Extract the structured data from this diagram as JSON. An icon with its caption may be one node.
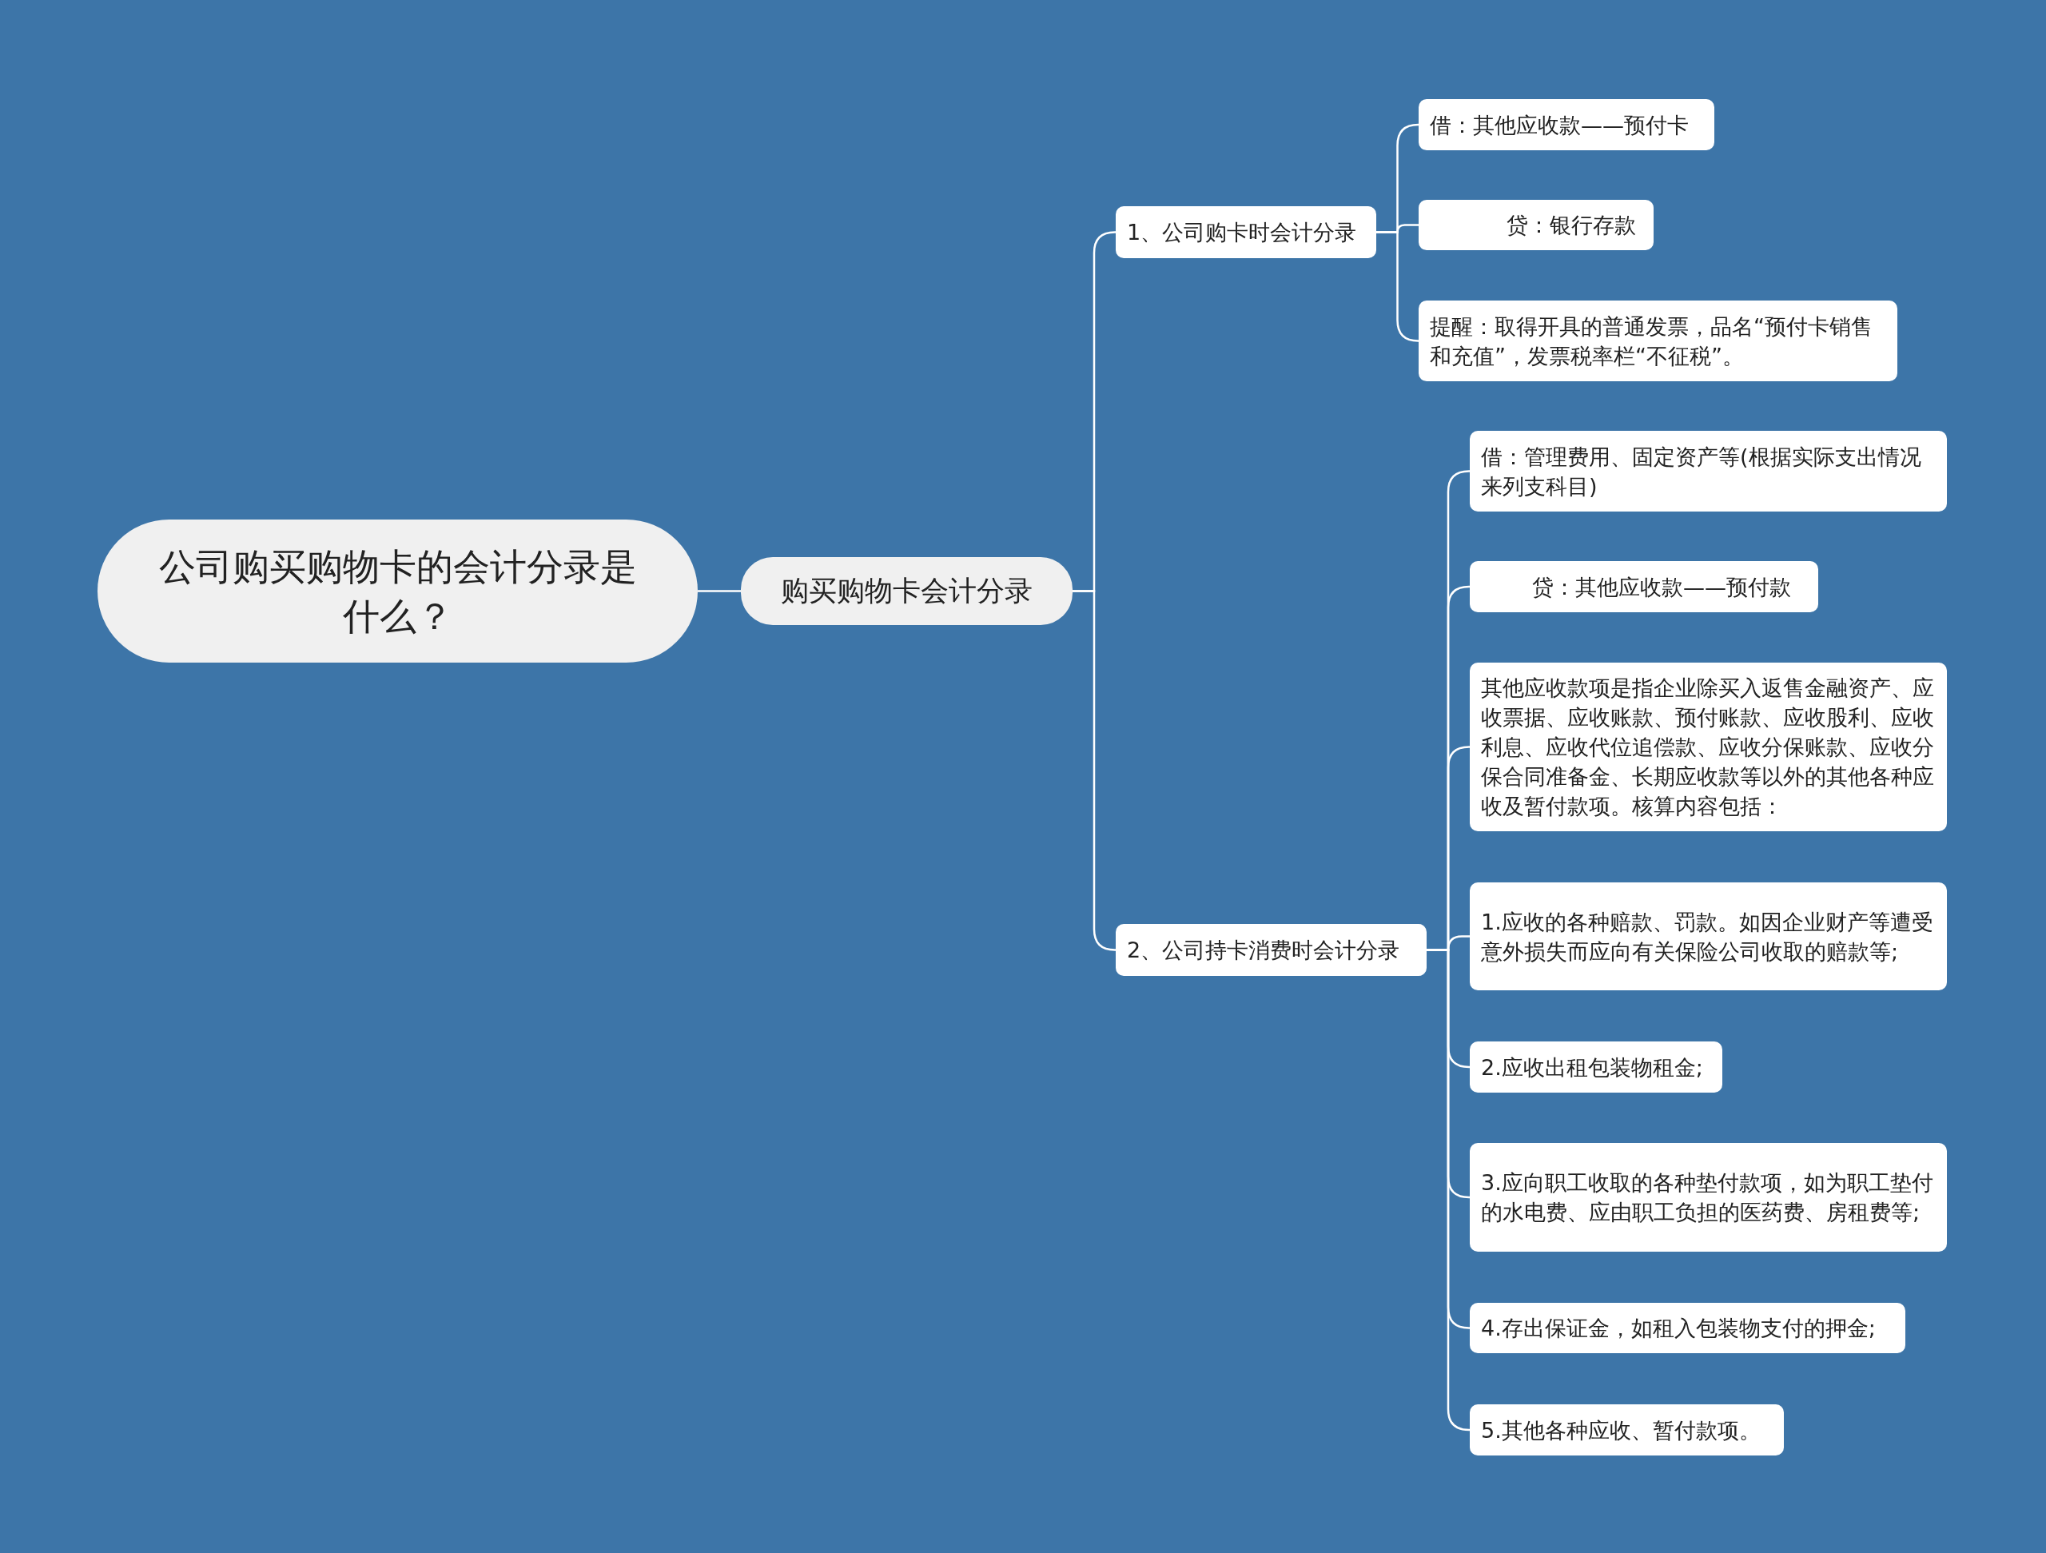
{
  "diagram": {
    "nodes": [
      {
        "text": [
          "公司购买购物卡的会计分录是什么？"
        ]
      },
      {
        "text": [
          "购买购物卡会计分录"
        ]
      },
      {
        "text": [
          "1、公司购卡时会计分录"
        ]
      },
      {
        "text": [
          "借：其他应收款——预付卡"
        ]
      },
      {
        "text": [
          "贷：银行存款"
        ]
      },
      {
        "text": [
          "提醒：取得开具的普通发票，品名“预付卡销售和充值”，发票税率栏“不征税”。"
        ]
      },
      {
        "text": [
          "2、公司持卡消费时会计分录"
        ]
      },
      {
        "text": [
          "借：管理费用、固定资产等(根据实际支出情况来列支科目)"
        ]
      },
      {
        "text": [
          "贷：其他应收款——预付款"
        ]
      },
      {
        "text": [
          "其他应收款项是指企业除买入返售金融资产、应收票据、应收账款、预付账款、应收股利、应收利息、应收代位追偿款、应收分保账款、应收分保合同准备金、长期应收款等以外的其他各种应收及暂付款项。核算内容包括："
        ]
      },
      {
        "text": [
          "1.应收的各种赔款、罚款。如因企业财产等遭受意外损失而应向有关保险公司收取的赔款等;"
        ]
      },
      {
        "text": [
          "2.应收出租包装物租金;"
        ]
      },
      {
        "text": [
          "3.应向职工收取的各种垫付款项，如为职工垫付的水电费、应由职工负担的医药费、房租费等;"
        ]
      },
      {
        "text": [
          "4.存出保证金，如租入包装物支付的押金;"
        ]
      },
      {
        "text": [
          "5.其他各种应收、暂付款项。"
        ]
      }
    ],
    "edges": [
      {
        "from": 0,
        "to": 1,
        "arrow": "none"
      },
      {
        "from": 1,
        "to": 2,
        "arrow": "none"
      },
      {
        "from": 1,
        "to": 6,
        "arrow": "none"
      },
      {
        "from": 2,
        "to": 3,
        "arrow": "none"
      },
      {
        "from": 2,
        "to": 4,
        "arrow": "none"
      },
      {
        "from": 2,
        "to": 5,
        "arrow": "none"
      },
      {
        "from": 6,
        "to": 7,
        "arrow": "none"
      },
      {
        "from": 6,
        "to": 8,
        "arrow": "none"
      },
      {
        "from": 6,
        "to": 9,
        "arrow": "none"
      },
      {
        "from": 6,
        "to": 10,
        "arrow": "none"
      },
      {
        "from": 6,
        "to": 11,
        "arrow": "none"
      },
      {
        "from": 6,
        "to": 12,
        "arrow": "none"
      },
      {
        "from": 6,
        "to": 13,
        "arrow": "none"
      },
      {
        "from": 6,
        "to": 14,
        "arrow": "none"
      }
    ]
  }
}
